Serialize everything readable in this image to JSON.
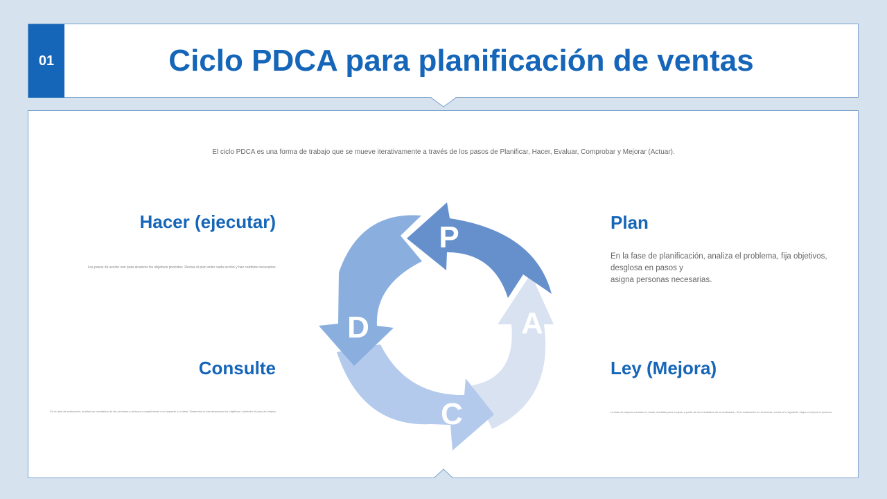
{
  "header": {
    "number": "01",
    "title": "Ciclo PDCA para planificación de ventas"
  },
  "intro": "El ciclo PDCA es una forma de trabajo que se mueve iterativamente a través de los pasos de Planificar, Hacer, Evaluar, Comprobar y Mejorar (Actuar).",
  "sections": {
    "hacer": {
      "title": "Hacer (ejecutar)",
      "text": "Los pasos de acción son para alcanzar los objetivos previstos. Revisa el plan entre cada acción y haz cambios necesarios."
    },
    "plan": {
      "title": "Plan",
      "text": "En la fase de planificación, analiza el problema, fija objetivos,\n desglosa en pasos y\n asigna personas necesarias."
    },
    "consulte": {
      "title": "Consulte",
      "text": "En la fase de evaluación, analiza los resultados de las acciones y revisa su cumplimiento con respecto a lo ideal. Determina si has alcanzado tus objetivos o también el paso de mejora."
    },
    "ley": {
      "title": "Ley (Mejora)",
      "text": "La fase de mejora consiste en tomar medidas para mejorar a partir de los resultados de la evaluación. Si la evaluación no es buena, vuelve a la siguiente etapa o mejora el proceso."
    }
  },
  "cycle": {
    "letters": {
      "p": "P",
      "d": "D",
      "c": "C",
      "a": "A"
    },
    "colors": {
      "p": "#6690cc",
      "d": "#8aafdf",
      "c": "#b3caec",
      "a": "#d8e2f1",
      "accent": "#1565b8"
    }
  }
}
